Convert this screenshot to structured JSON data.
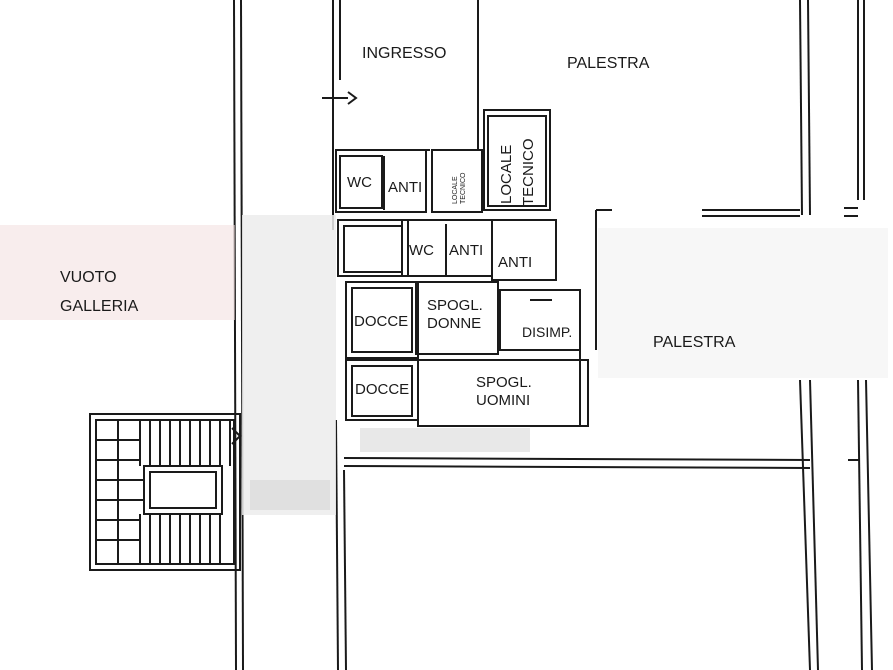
{
  "labels": {
    "ingresso": "INGRESSO",
    "palestra_top": "PALESTRA",
    "locale_tecnico_line1": "LOCALE",
    "locale_tecnico_line2": "TECNICO",
    "locale_tecnico_small_line1": "LOCALE",
    "locale_tecnico_small_line2": "TECNICO",
    "wc_1": "WC",
    "anti_1": "ANTI",
    "wc_2": "WC",
    "anti_2": "ANTI",
    "anti_3": "ANTI",
    "vuoto": "VUOTO",
    "galleria": "GALLERIA",
    "docce_1": "DOCCE",
    "docce_2": "DOCCE",
    "spogl_donne_line1": "SPOGL.",
    "spogl_donne_line2": "DONNE",
    "disimp": "DISIMP.",
    "palestra_right": "PALESTRA",
    "spogl_uomini_line1": "SPOGL.",
    "spogl_uomini_line2": "UOMINI"
  },
  "colors": {
    "line": "#1a1a1a",
    "blur_overlay": "#ececec",
    "blur_pink": "#f3dede"
  }
}
